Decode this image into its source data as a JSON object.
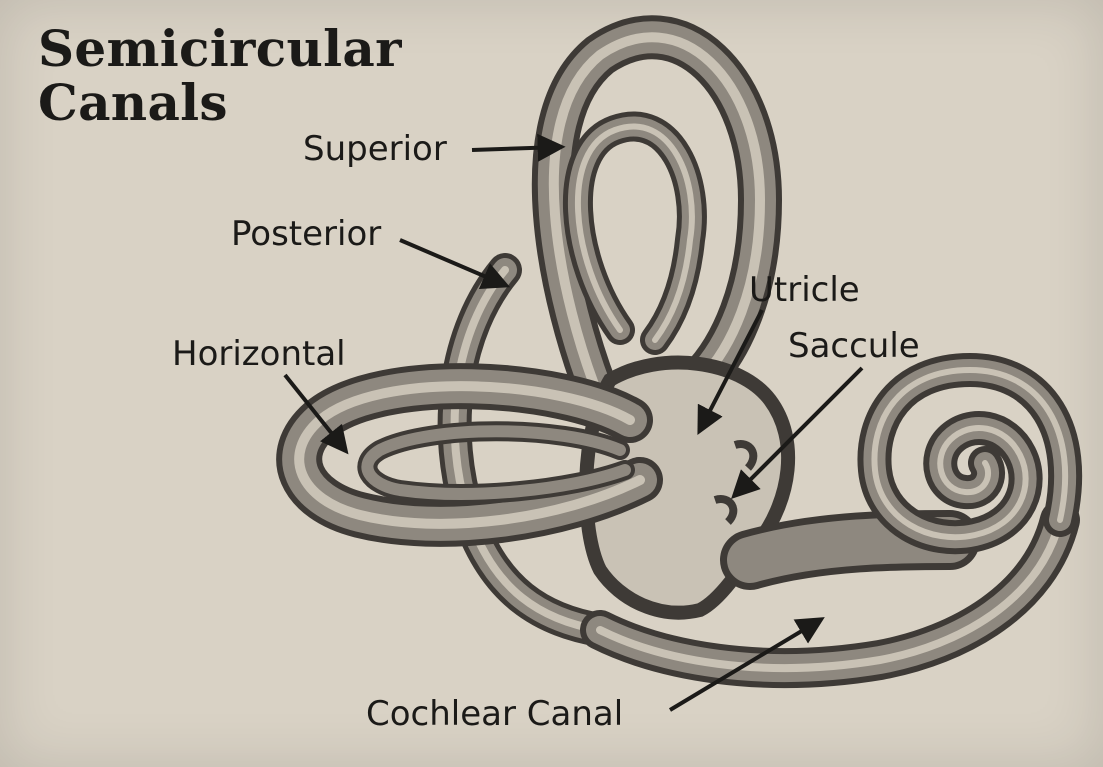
{
  "title": {
    "line1": "Semicircular",
    "line2": "Canals"
  },
  "labels": {
    "superior": "Superior",
    "posterior": "Posterior",
    "horizontal": "Horizontal",
    "utricle": "Utricle",
    "saccule": "Saccule",
    "cochlear_canal": "Cochlear Canal"
  },
  "colors": {
    "paper": "#d9d2c5",
    "ink": "#1b1a18",
    "canal_wall": "#5a5550",
    "canal_lumen": "#c9c2b5"
  }
}
